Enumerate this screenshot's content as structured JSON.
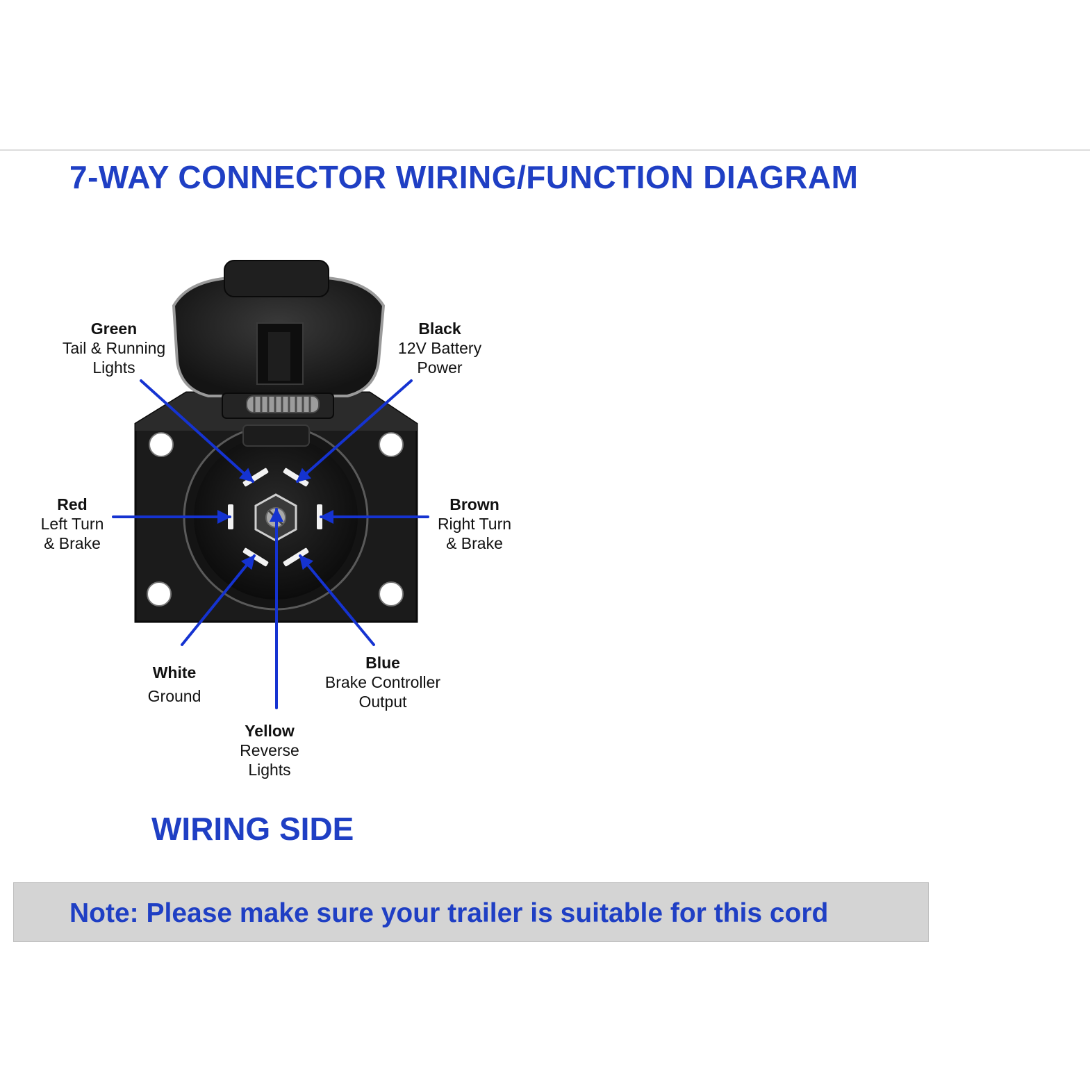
{
  "title": "7-WAY CONNECTOR WIRING/FUNCTION DIAGRAM",
  "subtitle": "WIRING SIDE",
  "note": "Note: Please make sure your trailer is suitable for this cord",
  "colors": {
    "accent": "#1f3fc4",
    "connector": "#1b1b1b",
    "leader": "#1533d1"
  },
  "pins": [
    {
      "id": "green",
      "wire": "Green",
      "function": "Tail & Running\nLights"
    },
    {
      "id": "black",
      "wire": "Black",
      "function": "12V Battery\nPower"
    },
    {
      "id": "red",
      "wire": "Red",
      "function": "Left Turn\n& Brake"
    },
    {
      "id": "brown",
      "wire": "Brown",
      "function": "Right Turn\n& Brake"
    },
    {
      "id": "white",
      "wire": "White",
      "function": "Ground"
    },
    {
      "id": "blue",
      "wire": "Blue",
      "function": "Brake Controller\nOutput"
    },
    {
      "id": "yellow",
      "wire": "Yellow",
      "function": "Reverse\nLights"
    }
  ]
}
